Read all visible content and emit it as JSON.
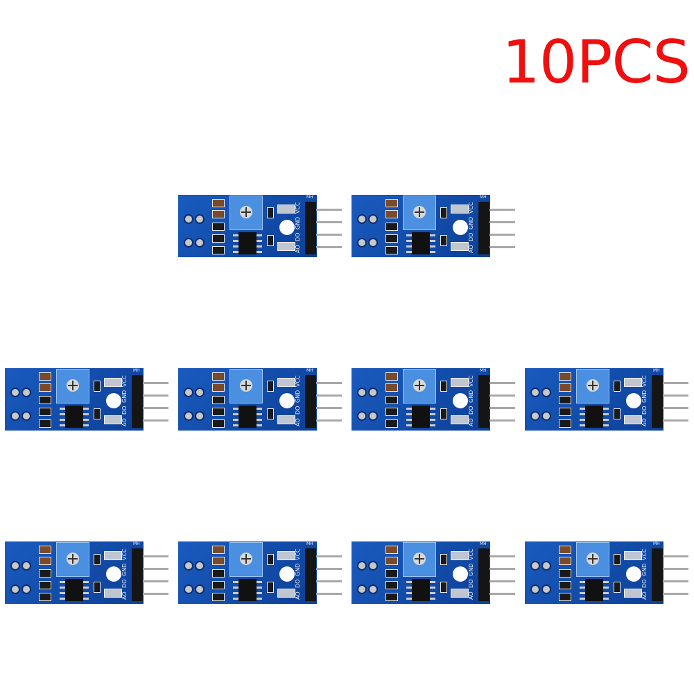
{
  "title": "10PCS",
  "product": {
    "count": 10,
    "board_color": "#0f4aa8",
    "pin_labels": [
      "VCC",
      "GND",
      "DO",
      "AO"
    ],
    "header_label": "MH"
  }
}
